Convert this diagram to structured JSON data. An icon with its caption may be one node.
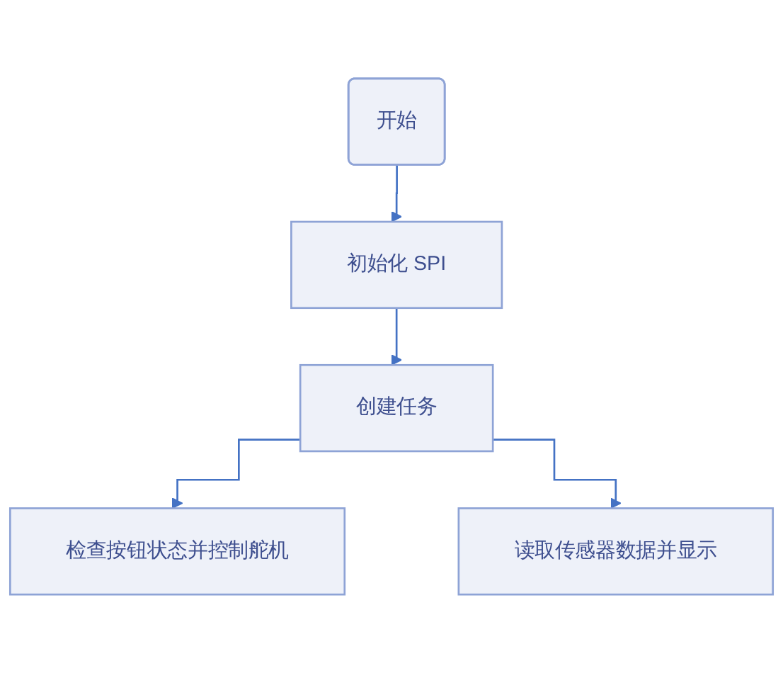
{
  "diagram": {
    "nodes": [
      {
        "text": [
          "开始"
        ]
      },
      {
        "text": [
          "初始化 SPI"
        ]
      },
      {
        "text": [
          "创建任务"
        ]
      },
      {
        "text": [
          "检查按钮状态并控制舵机"
        ]
      },
      {
        "text": [
          "读取传感器数据并显示"
        ]
      }
    ],
    "edges": [
      {
        "from": 0,
        "to": 1,
        "arrow": "to"
      },
      {
        "from": 1,
        "to": 2,
        "arrow": "to"
      },
      {
        "from": 2,
        "to": 3,
        "arrow": "to"
      },
      {
        "from": 2,
        "to": 4,
        "arrow": "to"
      }
    ]
  }
}
